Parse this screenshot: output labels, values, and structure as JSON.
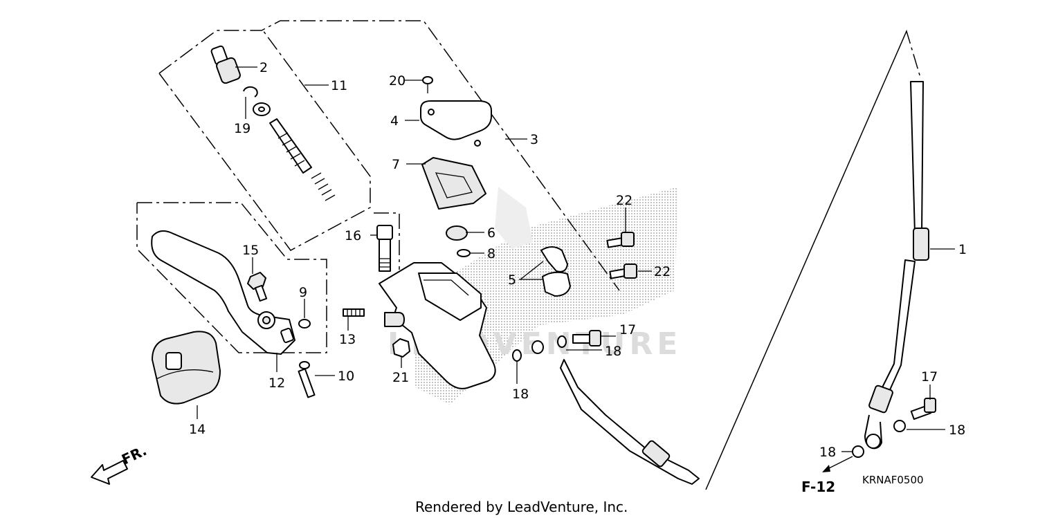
{
  "callouts": [
    {
      "id": "c1",
      "text": "1"
    },
    {
      "id": "c2",
      "text": "2"
    },
    {
      "id": "c3",
      "text": "3"
    },
    {
      "id": "c4",
      "text": "4"
    },
    {
      "id": "c5",
      "text": "5"
    },
    {
      "id": "c6",
      "text": "6"
    },
    {
      "id": "c7",
      "text": "7"
    },
    {
      "id": "c8",
      "text": "8"
    },
    {
      "id": "c9",
      "text": "9"
    },
    {
      "id": "c10",
      "text": "10"
    },
    {
      "id": "c11",
      "text": "11"
    },
    {
      "id": "c12",
      "text": "12"
    },
    {
      "id": "c13",
      "text": "13"
    },
    {
      "id": "c14",
      "text": "14"
    },
    {
      "id": "c15",
      "text": "15"
    },
    {
      "id": "c16",
      "text": "16"
    },
    {
      "id": "c17a",
      "text": "17"
    },
    {
      "id": "c17b",
      "text": "17"
    },
    {
      "id": "c18a",
      "text": "18"
    },
    {
      "id": "c18b",
      "text": "18"
    },
    {
      "id": "c18c",
      "text": "18"
    },
    {
      "id": "c18d",
      "text": "18"
    },
    {
      "id": "c19",
      "text": "19"
    },
    {
      "id": "c20",
      "text": "20"
    },
    {
      "id": "c21",
      "text": "21"
    },
    {
      "id": "c22a",
      "text": "22"
    },
    {
      "id": "c22b",
      "text": "22"
    }
  ],
  "direction_label": "FR.",
  "reference_label": "F-12",
  "diagram_code": "KRNAF0500",
  "watermark": "LEADVENTURE",
  "credit": "Rendered by LeadVenture, Inc."
}
